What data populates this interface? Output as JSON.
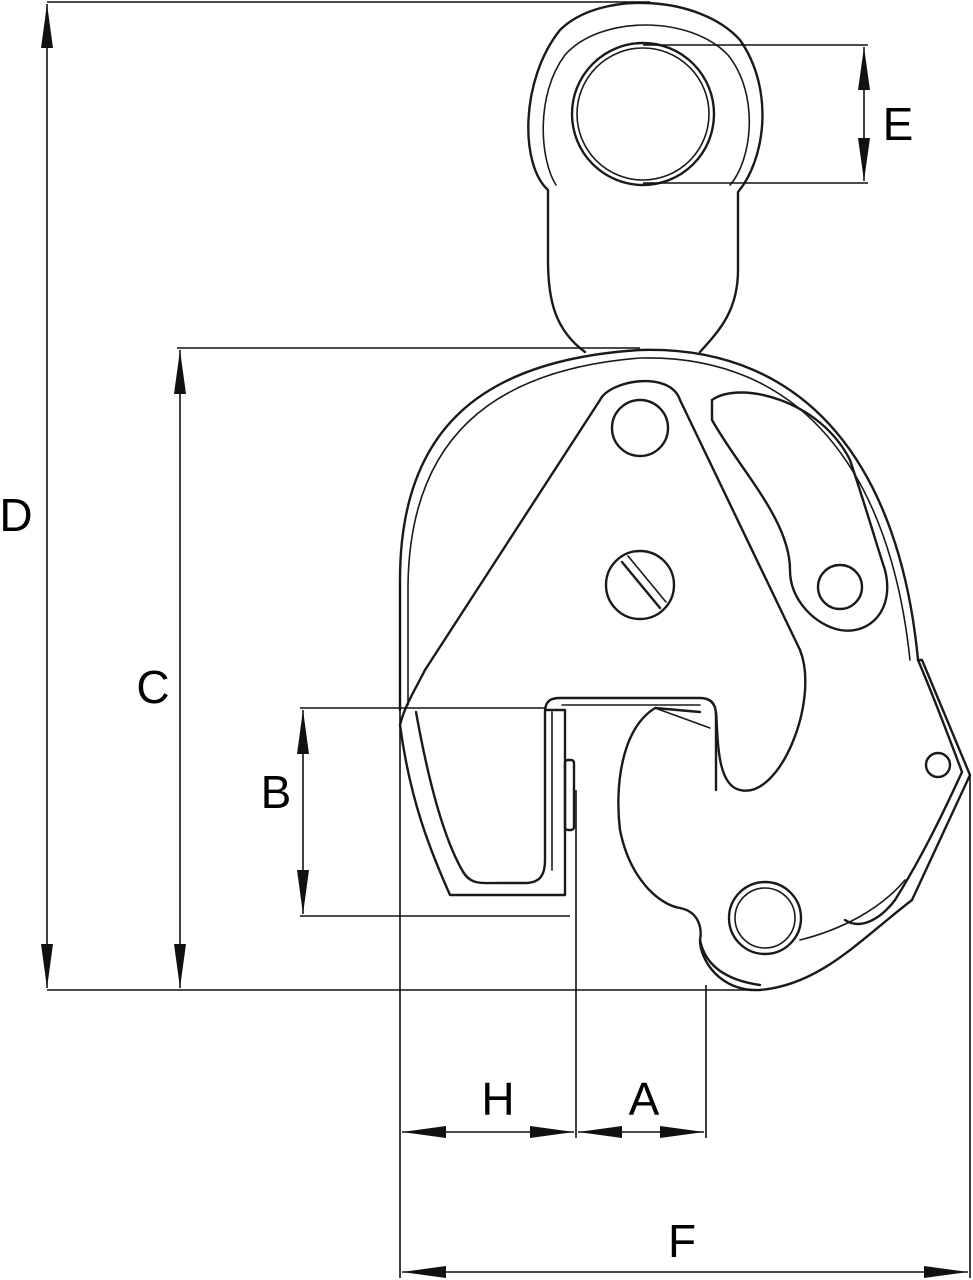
{
  "labels": {
    "a": "A",
    "b": "B",
    "c": "C",
    "d": "D",
    "e": "E",
    "f": "F",
    "h": "H"
  }
}
